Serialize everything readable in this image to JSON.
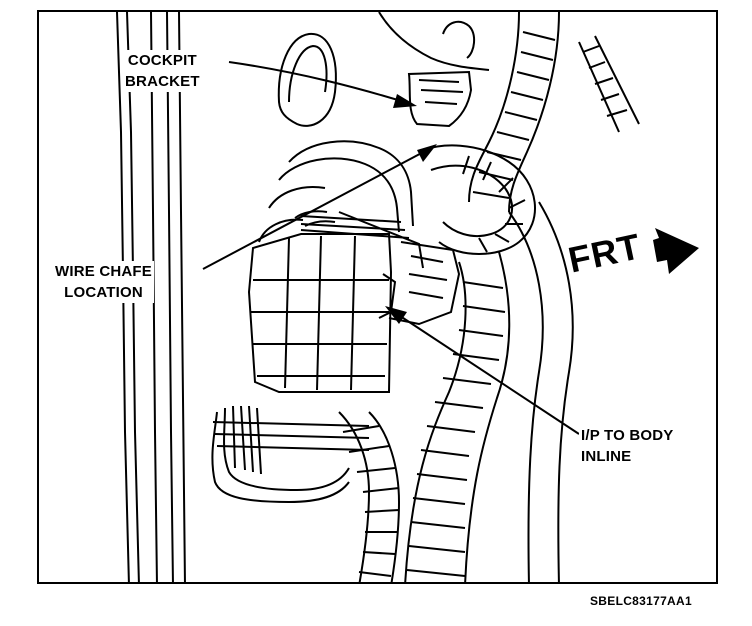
{
  "labels": {
    "cockpit_bracket": [
      "COCKPIT",
      "BRACKET"
    ],
    "wire_chafe_location": [
      "WIRE CHAFE",
      "LOCATION"
    ],
    "ip_to_body_inline": [
      "I/P TO BODY",
      "INLINE"
    ],
    "front": "FRT"
  },
  "figure_code": "SBELC83177AA1"
}
